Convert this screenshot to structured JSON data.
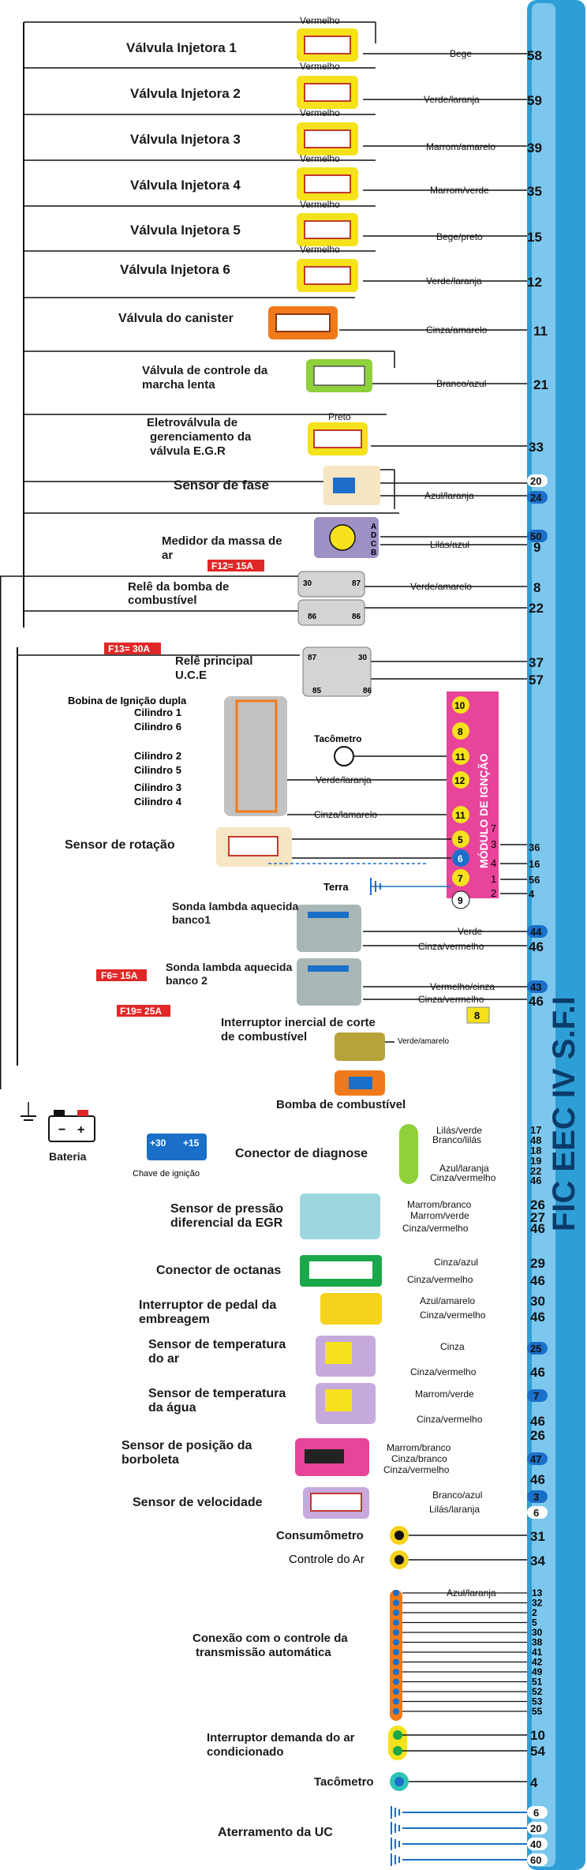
{
  "bar_title": "FIC EEC IV S.F.I",
  "injectors": [
    {
      "label": "Válvula Injetora 1",
      "top": "Vermelho",
      "wire": "Bege",
      "pin": "58"
    },
    {
      "label": "Válvula Injetora 2",
      "top": "Vermelho",
      "wire": "Verde/laranja",
      "pin": "59"
    },
    {
      "label": "Válvula Injetora 3",
      "top": "Vermelho",
      "wire": "Marrom/amarelo",
      "pin": "39"
    },
    {
      "label": "Válvula Injetora 4",
      "top": "Vermelho",
      "wire": "Marrom/verde",
      "pin": "35"
    },
    {
      "label": "Válvula Injetora 5",
      "top": "Vermelho",
      "wire": "Bege/preto",
      "pin": "15"
    },
    {
      "label": "Válvula Injetora 6",
      "top": "Vermelho",
      "wire": "Verde/laranja",
      "pin": "12"
    }
  ],
  "canister": {
    "label": "Válvula do canister",
    "wire": "Cinza/amarelo",
    "pin": "11"
  },
  "idle_valve": {
    "label1": "Válvula de controle da",
    "label2": "marcha lenta",
    "wire": "Branco/azul",
    "pin": "21"
  },
  "egr": {
    "label1": "Eletroválvula de",
    "label2": "gerenciamento da",
    "label3": "válvula E.G.R",
    "top": "Preto",
    "pin": "33"
  },
  "phase": {
    "label": "Sensor de fase",
    "wire": "Azul/laranja",
    "pins": [
      "20",
      "24"
    ]
  },
  "maf": {
    "label1": "Medidor da massa de",
    "label2": "ar",
    "wire": "Lilás/azul",
    "pins": [
      "50",
      "9"
    ],
    "letters": [
      "A",
      "D",
      "C",
      "B"
    ]
  },
  "fuel_relay": {
    "label1": "Relê da bomba de",
    "label2": "combustível",
    "fuse": "F12= 15A",
    "wire": "Verde/amarelo",
    "pins": [
      "8",
      "22"
    ],
    "t1": "30",
    "t2": "87",
    "t3": "86",
    "t4": "86"
  },
  "main_relay": {
    "label1": "Relê principal",
    "label2": "U.C.E",
    "fuse": "F13= 30A",
    "pins": [
      "37",
      "57"
    ],
    "t1": "87",
    "t2": "30",
    "t3": "85",
    "t4": "86"
  },
  "coil": {
    "label": "Bobina de Ignição dupla",
    "cylinders": [
      "Cilindro 1",
      "Cilindro 6",
      "Cilindro 2",
      "Cilindro 5",
      "Cilindro 3",
      "Cilindro 4"
    ]
  },
  "tach_label": "Tacômetro",
  "ign_module": {
    "label": "MÓDULO DE IGNÇÃO",
    "pins": [
      "10",
      "8",
      "11",
      "12",
      "11",
      "5",
      "6",
      "7",
      "9"
    ],
    "wire12": "Verde/laranja",
    "wire11": "Cinza/lamarelo",
    "right": [
      {
        "t": "7",
        "p": ""
      },
      {
        "t": "3",
        "p": "36"
      },
      {
        "t": "4",
        "p": "16"
      },
      {
        "t": "1",
        "p": "56"
      },
      {
        "t": "2",
        "p": "4"
      }
    ]
  },
  "rotation": {
    "label": "Sensor de rotação"
  },
  "ground_label": "Terra",
  "lambda1": {
    "label1": "Sonda lambda aquecida",
    "label2": "banco1",
    "w1": "Verde",
    "w2": "Cinza/vermelho",
    "pins": [
      "44",
      "46"
    ]
  },
  "lambda2": {
    "label1": "Sonda lambda aquecida",
    "label2": "banco 2",
    "w1": "Vermelho/cinza",
    "w2": "Cinza/vermelho",
    "pins": [
      "43",
      "46"
    ],
    "fuse_a": "F6= 15A",
    "fuse_b": "F19= 25A"
  },
  "inertia": {
    "label1": "Interruptor inercial de corte",
    "label2": "de combustível",
    "wire": "Verde/amarelo",
    "box": "8"
  },
  "pump_label": "Bomba de combustível",
  "battery_label": "Bateria",
  "ign_switch": {
    "label": "Chave de ignição",
    "p1": "+30",
    "p2": "+15"
  },
  "diag": {
    "label": "Conector de diagnose",
    "wires": [
      "Lilás/verde",
      "Branco/lilás",
      "",
      "",
      "Azul/laranja",
      "Cinza/vermelho"
    ],
    "pins": [
      "17",
      "48",
      "18",
      "19",
      "22",
      "46"
    ]
  },
  "pressure": {
    "label1": "Sensor de pressão",
    "label2": "diferencial da EGR",
    "wires": [
      "Marrom/branco",
      "Marrom/verde",
      "Cinza/vermelho"
    ],
    "pins": [
      "26",
      "27",
      "46"
    ]
  },
  "octane": {
    "label": "Conector de octanas",
    "wires": [
      "Cinza/azul",
      "Cinza/vermelho"
    ],
    "pins": [
      "29",
      "46"
    ]
  },
  "clutch": {
    "label1": "Interruptor de pedal da",
    "label2": "embreagem",
    "wires": [
      "Azul/amarelo",
      "Cinza/vermelho"
    ],
    "pins": [
      "30",
      "46"
    ]
  },
  "air_temp": {
    "label1": "Sensor de temperatura",
    "label2": "do ar",
    "wires": [
      "Cinza",
      "Cinza/vermelho"
    ],
    "pins": [
      "25",
      "46"
    ]
  },
  "water_temp": {
    "label1": "Sensor de temperatura",
    "label2": "da água",
    "wires": [
      "Marrom/verde",
      "Cinza/vermelho"
    ],
    "pins": [
      "7",
      "46"
    ]
  },
  "tps": {
    "label1": "Sensor de posição da",
    "label2": "borboleta",
    "wires": [
      "Marrom/branco",
      "Cinza/branco",
      "Cinza/vermelho"
    ],
    "pins": [
      "26",
      "47",
      "46"
    ]
  },
  "speed": {
    "label": "Sensor de velocidade",
    "wires": [
      "Branco/azul",
      "Lilás/laranja"
    ],
    "pins": [
      "3",
      "6"
    ]
  },
  "consumo": {
    "label": "Consumômetro",
    "pin": "31"
  },
  "air_ctrl": {
    "label": "Controle do Ar",
    "pin": "34"
  },
  "trans": {
    "label1": "Conexão com o controle da",
    "label2": "transmissão automática",
    "wire": "Azul/laranja",
    "pins": [
      "13",
      "32",
      "2",
      "5",
      "30",
      "38",
      "41",
      "42",
      "49",
      "51",
      "52",
      "53",
      "55"
    ]
  },
  "ac": {
    "label1": "Interruptor demanda do ar",
    "label2": "condicionado",
    "pins": [
      "10",
      "54"
    ]
  },
  "tach2": {
    "label": "Tacômetro",
    "pin": "4"
  },
  "ground_uc": {
    "label": "Aterramento da UC",
    "pins": [
      "6",
      "20",
      "40",
      "60"
    ]
  },
  "colors": {
    "bar": "#2e9fd6",
    "yellow": "#f5e21c",
    "orange": "#f07a1a",
    "magenta": "#e8449a",
    "blue_pin": "#1a6fc9"
  }
}
